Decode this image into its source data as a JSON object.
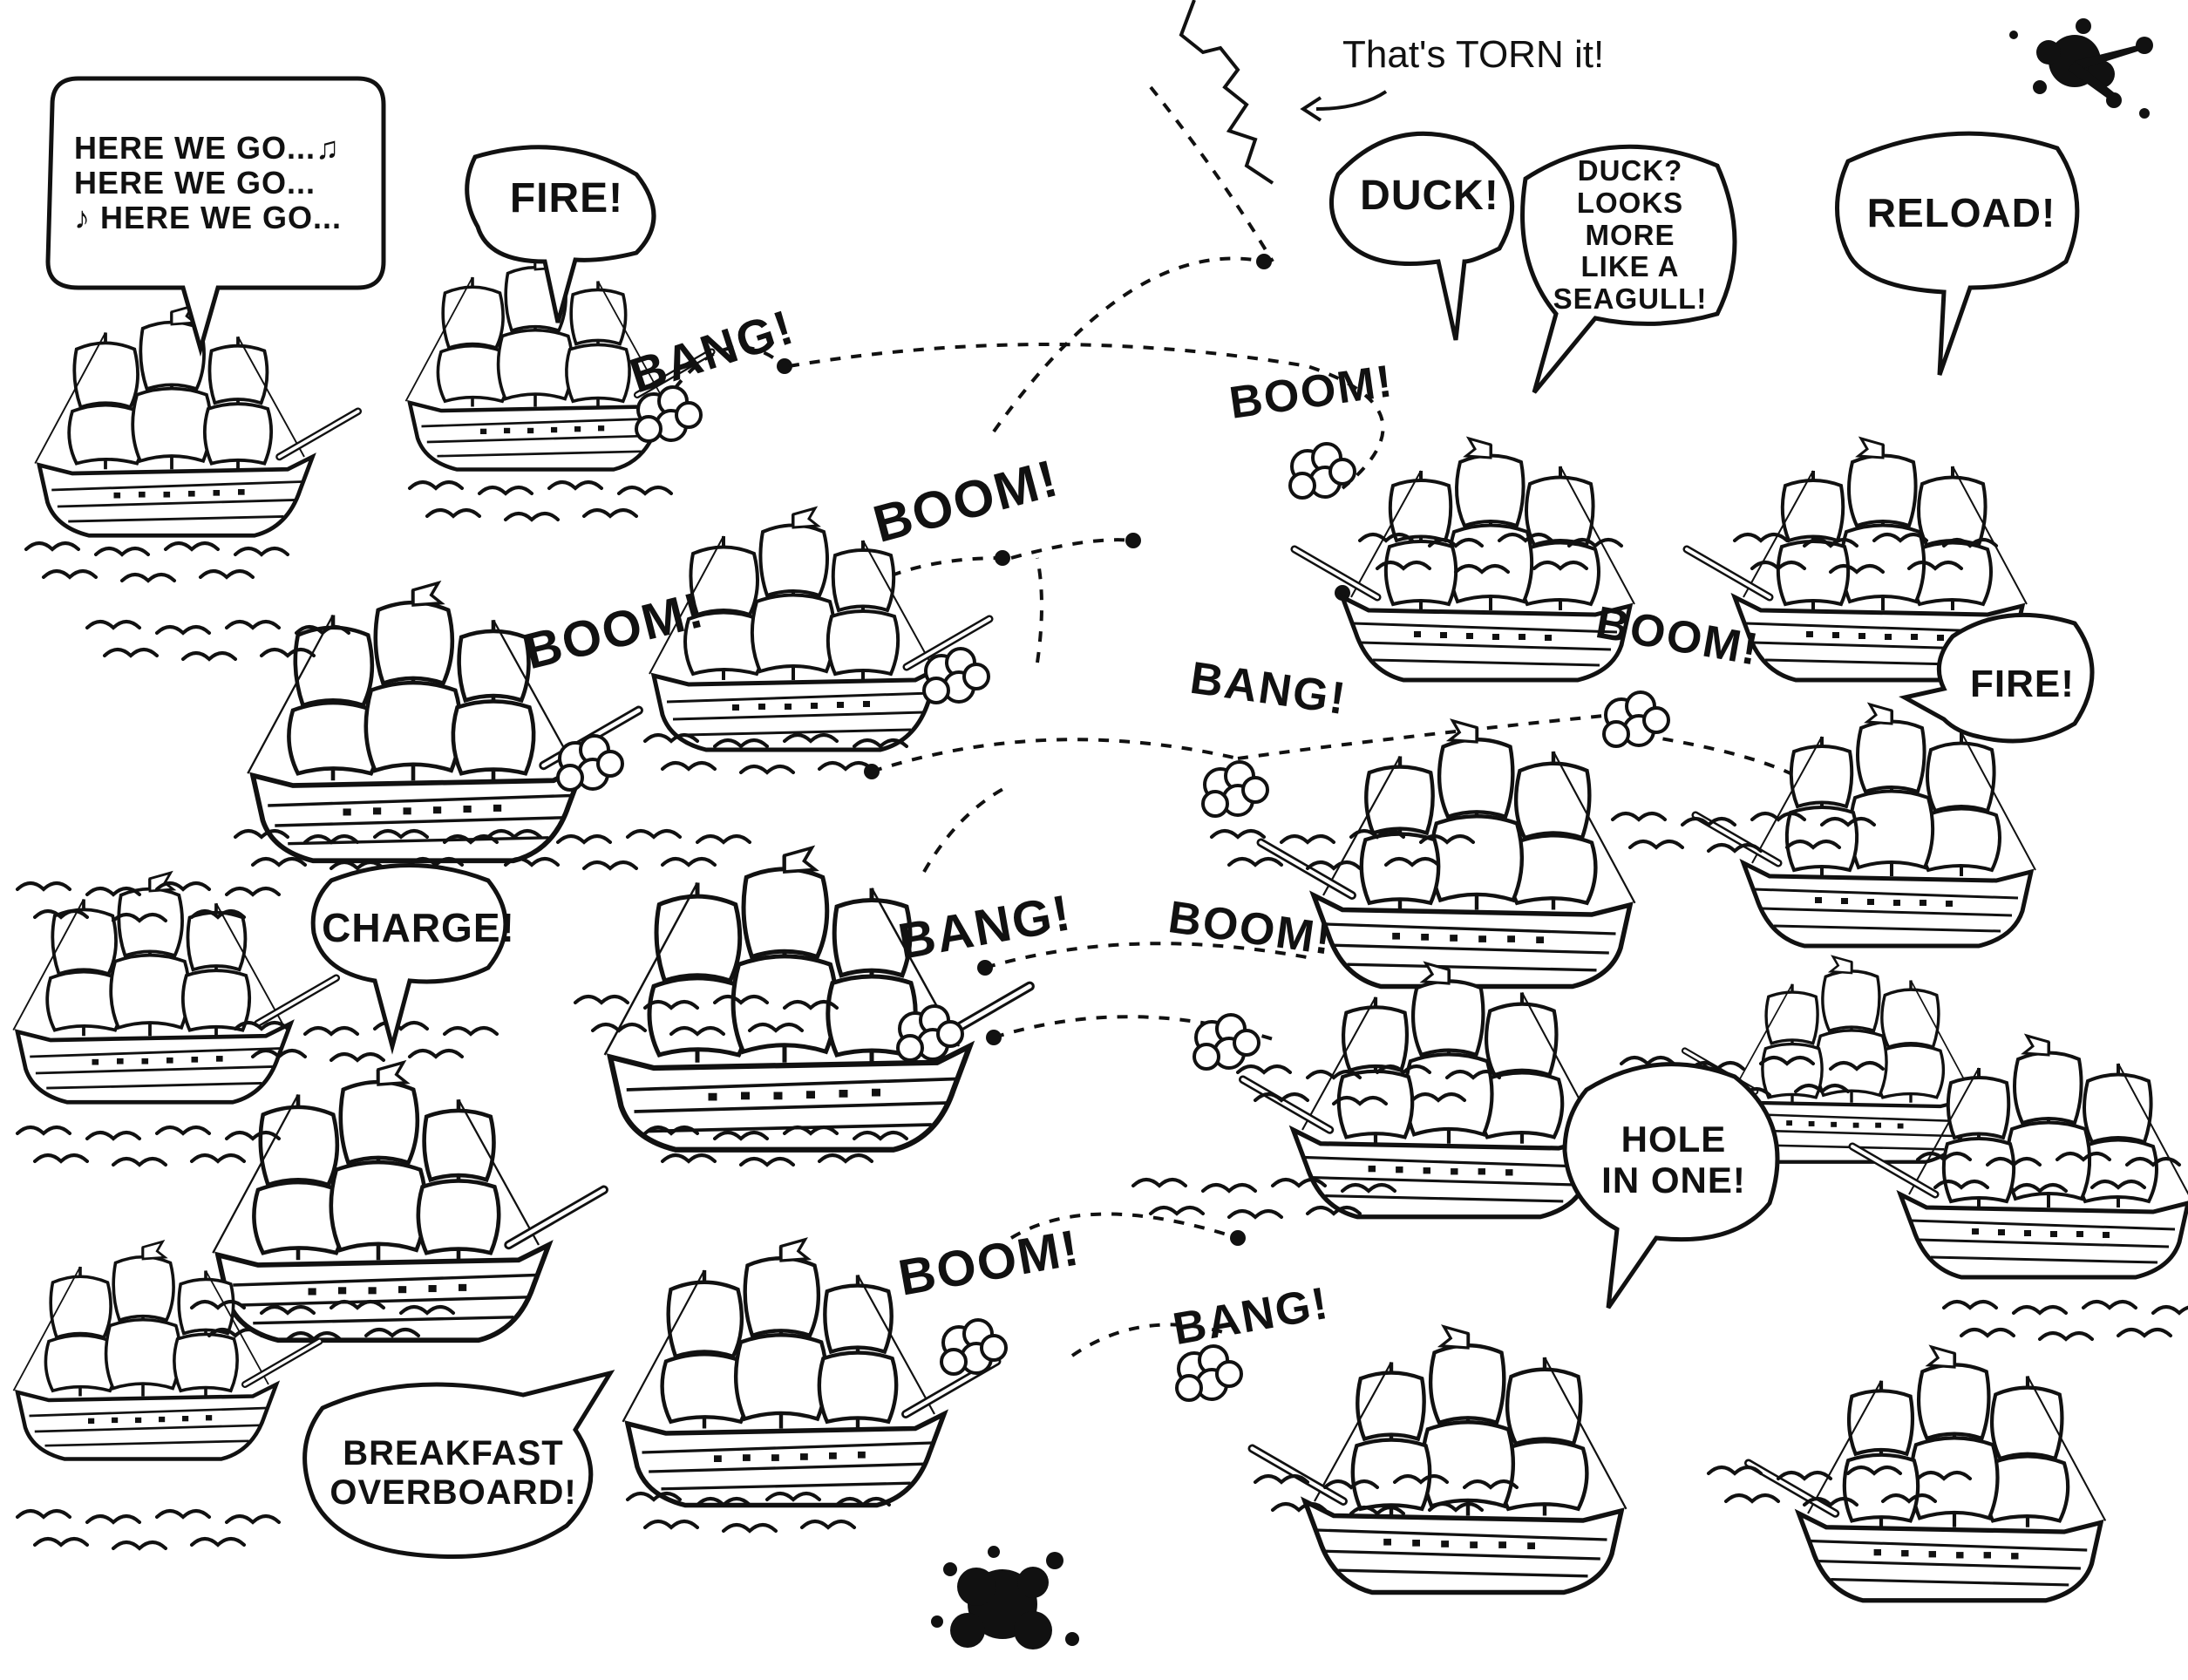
{
  "speech": {
    "here_we_go": "HERE WE GO...♫\nHERE WE GO...\n♪ HERE WE GO...",
    "fire_1": "FIRE!",
    "duck": "DUCK!",
    "duck_reply": "DUCK?\nLOOKS MORE\nLIKE A\nSEAGULL!",
    "reload": "RELOAD!",
    "fire_2": "FIRE!",
    "charge": "CHARGE!",
    "hole_in_one": "HOLE\nIN ONE!",
    "breakfast": "BREAKFAST\nOVERBOARD!"
  },
  "caption": {
    "torn": "That's TORN it!"
  },
  "sound_effects": {
    "bang_1": "BANG!",
    "boom_1": "BOOM!",
    "boom_2": "BOOM!",
    "boom_3": "BOOM!",
    "boom_4": "BOOM!",
    "bang_2": "BANG!",
    "bang_3": "BANG!",
    "boom_5": "BOOM!",
    "boom_6": "BOOM!",
    "bang_4": "BANG!"
  },
  "colors": {
    "ink": "#111111",
    "paper": "#ffffff"
  }
}
